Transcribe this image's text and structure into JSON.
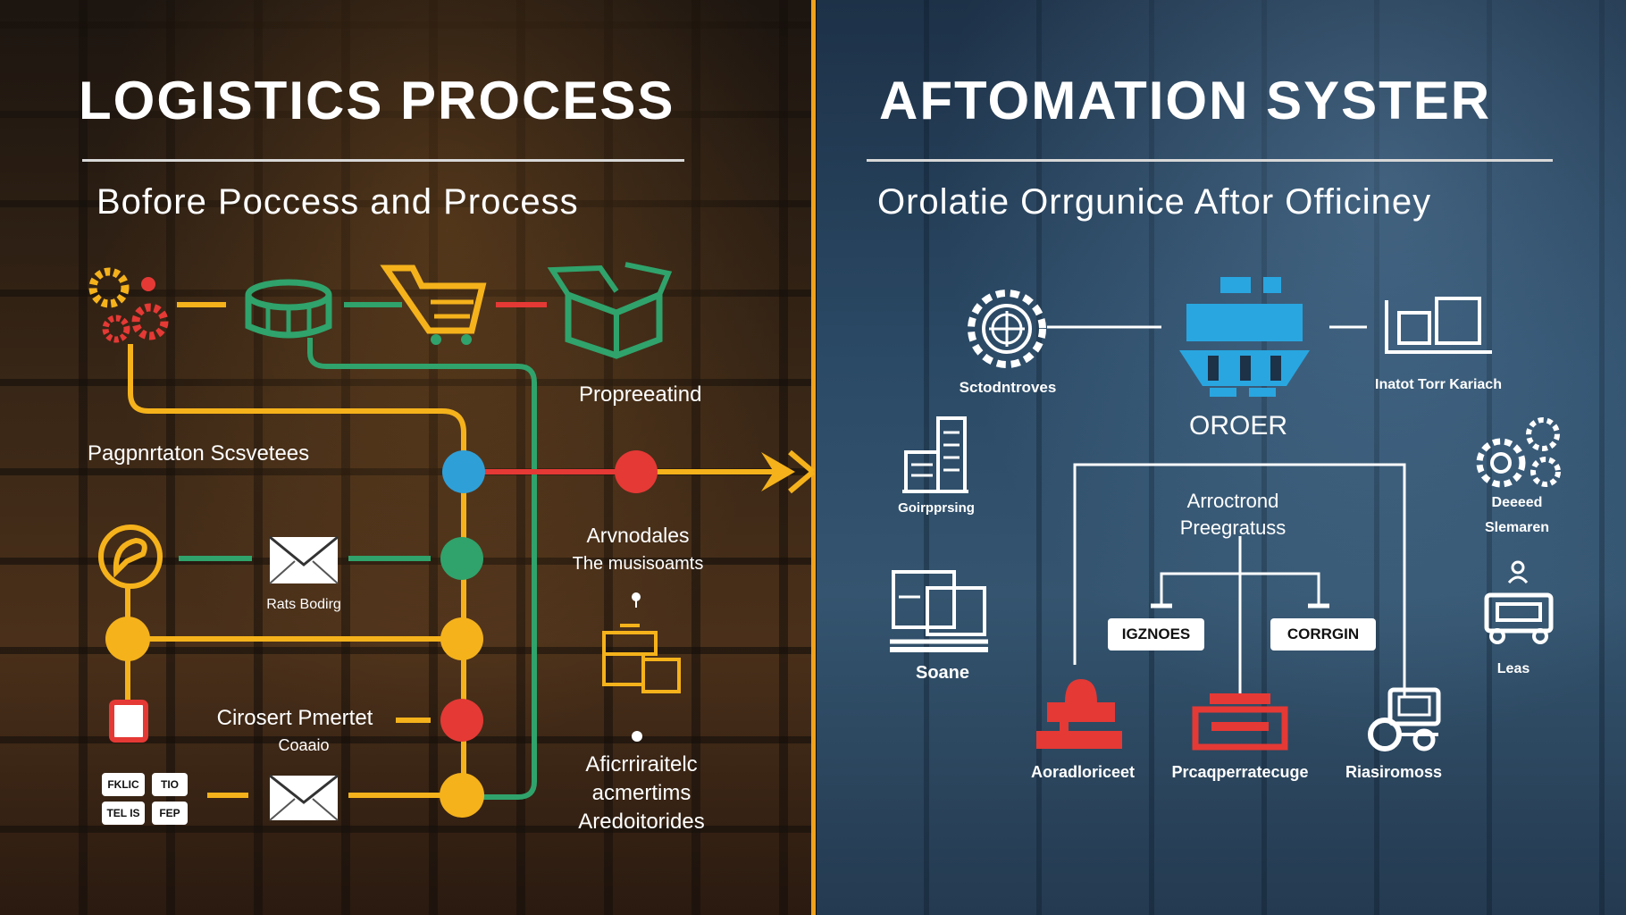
{
  "left": {
    "title": "LOGISTICS PROCESS",
    "subtitle": "Bofore Poccess and Process",
    "labels": {
      "proprepeatind": "Propreeatind",
      "pagnation": "Pagpnrtaton Scsvetees",
      "arvnodales": "Arvnodales",
      "the_musisoamts": "The musisoamts",
      "rats_boding": "Rats Bodirg",
      "cirosert": "Cirosert Pmertet",
      "coaaio": "Coaaio",
      "aficriratelc_1": "Aficrriraitelc",
      "aficriratelc_2": "acmertims",
      "aficriratelc_3": "Aredoitorides"
    },
    "tags": [
      "FKLIC",
      "TIO",
      "TEL IS",
      "FEP"
    ]
  },
  "right": {
    "title": "AFTOMATION SYSTER",
    "subtitle": "Orolatie Orrgunice Aftor Officiney",
    "labels": {
      "schodntroves": "Sctodntroves",
      "order": "OROER",
      "inatot": "Inatot Torr Kariach",
      "goippping": "Goirpprsing",
      "deeeed": "Deeeed",
      "slemaren": "Slemaren",
      "arroctrond": "Arroctrond",
      "preegratuss": "Preegratuss",
      "soane": "Soane",
      "leas": "Leas",
      "aoradloriceet": "Aoradloriceet",
      "prcaqperratecuge": "Prcaqperratecuge",
      "riasiromoss": "Riasiromoss"
    },
    "tags": [
      "IGZNOES",
      "CORRGIN"
    ]
  },
  "colors": {
    "accent": "#f0a21c",
    "yellow": "#f5b21b",
    "green": "#2fa36b",
    "red": "#e53935",
    "blue": "#2f9fd8",
    "cyan": "#29a6e0"
  },
  "icons": [
    "gears-icon",
    "barrel-icon",
    "cart-icon",
    "open-box-icon",
    "dial-icon",
    "envelope-icon",
    "package-stack-icon",
    "gear-globe-icon",
    "machine-icon",
    "windows-icon",
    "building-icon",
    "gears-cluster-icon",
    "computer-icon",
    "user-icon",
    "vehicle-icon",
    "stamp-icon",
    "tray-icon",
    "tractor-icon"
  ]
}
